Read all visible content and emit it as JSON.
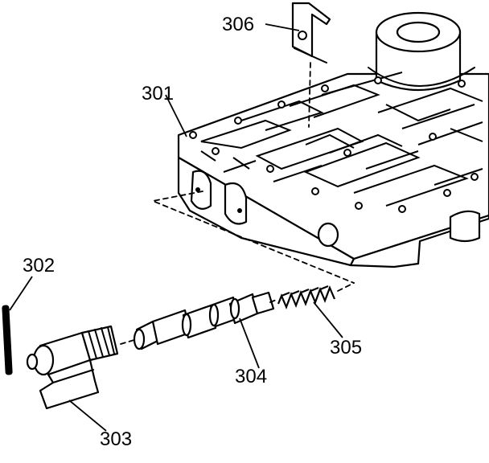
{
  "callouts": {
    "c301": "301",
    "c302": "302",
    "c303": "303",
    "c304": "304",
    "c305": "305",
    "c306": "306"
  },
  "parts": [
    {
      "id": "301",
      "depicts": "valve-body"
    },
    {
      "id": "302",
      "depicts": "retainer-pin"
    },
    {
      "id": "303",
      "depicts": "solenoid"
    },
    {
      "id": "304",
      "depicts": "valve"
    },
    {
      "id": "305",
      "depicts": "spring"
    },
    {
      "id": "306",
      "depicts": "clip"
    }
  ]
}
